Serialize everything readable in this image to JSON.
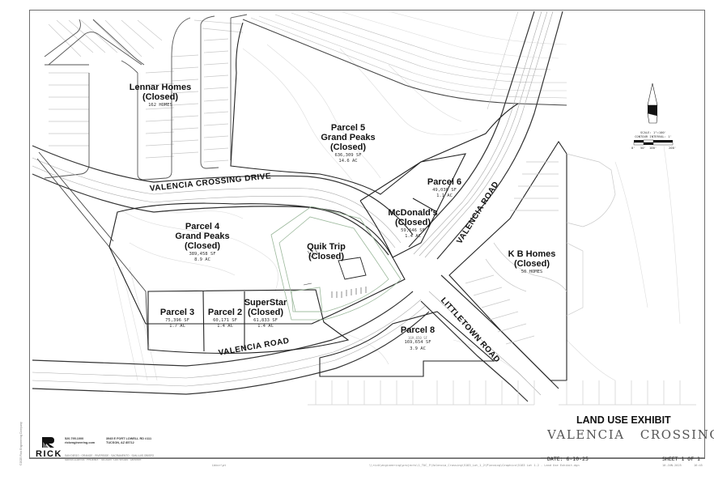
{
  "exhibit": {
    "title": "LAND USE EXHIBIT",
    "project": "VALENCIA   CROSSING",
    "date": "DATE: 6-10-25",
    "sheet": "SHEET 1 OF 1",
    "footer_path": "\\\\rick\\engineering\\projects\\1_TUC_F\\Valencia_Crossing\\5183_Lot_1_2\\Planning\\Graphics\\5183 Lot 1-2 - Land Use Exhibit.dgn",
    "footer_date": "10-JUN-2025",
    "footer_code": "16:45",
    "footer_left": "Lbbcr\\pt"
  },
  "company": {
    "name": "RICK",
    "phone": "520.795.1000",
    "website": "rickengineering.com",
    "address_line1": "3945 E FORT LOWELL RD #111",
    "address_line2": "TUCSON, AZ 85712",
    "offices_line1": "SAN DIEGO · ORANGE · RIVERSIDE · SACRAMENTO · SAN LUIS OBISPO",
    "offices_line2": "SANTA CLARITA · PHOENIX · TUCSON · LAS VEGAS · DENVER",
    "copyright": "©2025 Rick Engineering Company"
  },
  "scale": {
    "scale_label": "SCALE: 1\"=100'",
    "contour_label": "CONTOUR INTERVAL: 1'",
    "ticks": [
      "0'",
      "50'",
      "100'",
      "200'"
    ]
  },
  "roads": {
    "valencia_crossing_drive": "VALENCIA CROSSING DRIVE",
    "valencia_road_south": "VALENCIA  ROAD",
    "valencia_road_east": "VALENCIA  ROAD",
    "littletown_road": "LITTLETOWN  ROAD"
  },
  "parcels": {
    "lennar": {
      "name": "Lennar Homes",
      "status": "(Closed)",
      "detail": "162 HOMES"
    },
    "parcel5": {
      "name": "Parcel 5",
      "owner": "Grand Peaks",
      "status": "(Closed)",
      "sf": "636,309 SF",
      "ac": "14.6 AC"
    },
    "parcel6": {
      "name": "Parcel 6",
      "sf": "49,030 SF",
      "ac": "1.1 AC"
    },
    "mcdonalds": {
      "name": "McDonald's",
      "status": "(Closed)",
      "sf": "59,646 SF",
      "ac": "1.4 AC"
    },
    "parcel4": {
      "name": "Parcel 4",
      "owner": "Grand Peaks",
      "status": "(Closed)",
      "sf": "389,458 SF",
      "ac": "8.9 AC"
    },
    "quiktrip": {
      "name": "Quik Trip",
      "status": "(Closed)"
    },
    "kbhomes": {
      "name": "K B Homes",
      "status": "(Closed)",
      "detail": "50 HOMES"
    },
    "parcel3": {
      "name": "Parcel 3",
      "sf": "75,396 SF",
      "ac": "1.7 AC"
    },
    "parcel2": {
      "name": "Parcel 2",
      "sf": "60,171 SF",
      "ac": "1.4 AC"
    },
    "superstar": {
      "name": "SuperStar",
      "status": "(Closed)",
      "sf": "61,833 SF",
      "ac": "1.4 AC"
    },
    "parcel8": {
      "name": "Parcel 8",
      "sf_old": "169,650 SF",
      "sf": "169,654 SF",
      "ac": "3.9 AC"
    }
  },
  "colors": {
    "border": "#6e6e6e",
    "parcel_line": "#222222",
    "road_line": "#555555",
    "lot_line": "#c8c8c8",
    "contour": "#d6d6d6",
    "site_green": "#9bb89b"
  }
}
